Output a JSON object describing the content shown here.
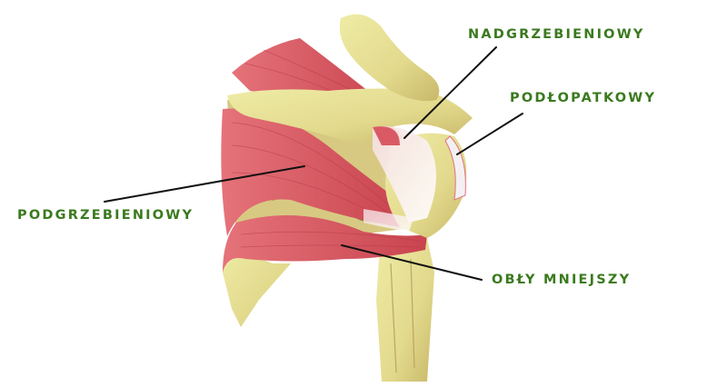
{
  "diagram": {
    "subject": "rotator cuff muscles of the shoulder (posterior view)",
    "colors": {
      "label_text": "#3a7a1e",
      "leader_line": "#111111",
      "muscle": "#e0646c",
      "muscle_dark": "#c9444f",
      "bone": "#e8e49a",
      "bone_shadow": "#c9b86a",
      "tendon": "#f4f0f2"
    },
    "labels": [
      {
        "id": "supraspinatus",
        "text": "NADGRZEBIENIOWY"
      },
      {
        "id": "subscapularis",
        "text": "PODŁOPATKOWY"
      },
      {
        "id": "infraspinatus",
        "text": "PODGRZEBIENIOWY"
      },
      {
        "id": "teres-minor",
        "text": "OBŁY MNIEJSZY"
      }
    ]
  }
}
